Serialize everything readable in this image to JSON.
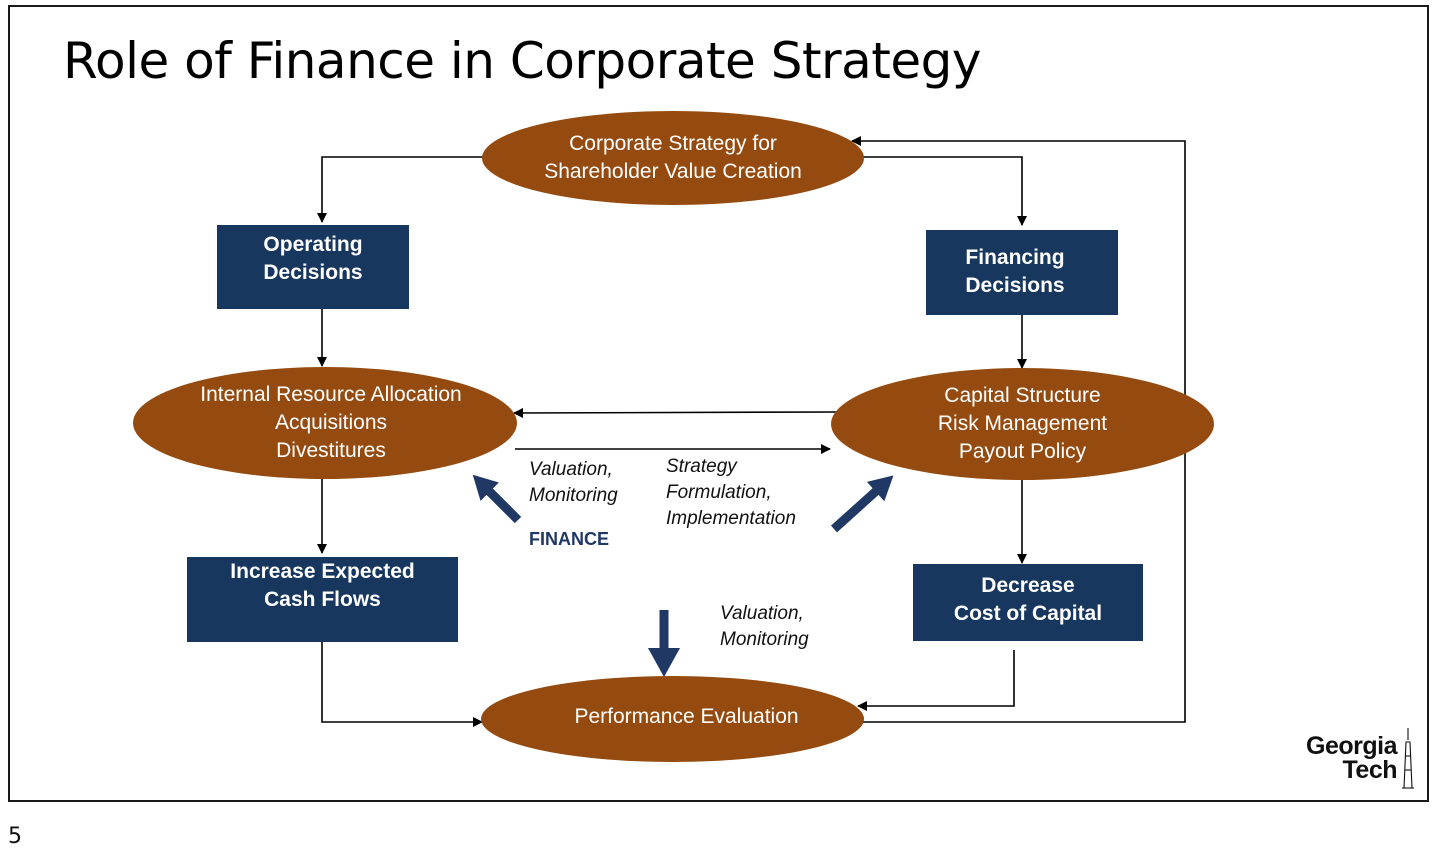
{
  "title": "Role of Finance in Corporate Strategy",
  "page_number": "5",
  "nodes": {
    "corporate_strategy": "Corporate Strategy for\nShareholder Value Creation",
    "operating_decisions": "Operating\nDecisions",
    "financing_decisions": "Financing\nDecisions",
    "internal_allocation": "Internal Resource Allocation\nAcquisitions\nDivestitures",
    "capital_structure": "Capital Structure\nRisk Management\nPayout Policy",
    "increase_cash_flows": "Increase Expected\nCash Flows",
    "decrease_cost_capital": "Decrease\nCost of Capital",
    "performance_evaluation": "Performance Evaluation"
  },
  "annotations": {
    "valuation_monitoring_left": "Valuation,\nMonitoring",
    "strategy_formulation": "Strategy\nFormulation,\nImplementation",
    "finance": "FINANCE",
    "valuation_monitoring_bottom": "Valuation,\nMonitoring"
  },
  "logo": {
    "line1": "Georgia",
    "line2": "Tech"
  },
  "colors": {
    "oval": "#954B0F",
    "box": "#17375E",
    "arrow": "#1f3864",
    "line": "#000000"
  }
}
